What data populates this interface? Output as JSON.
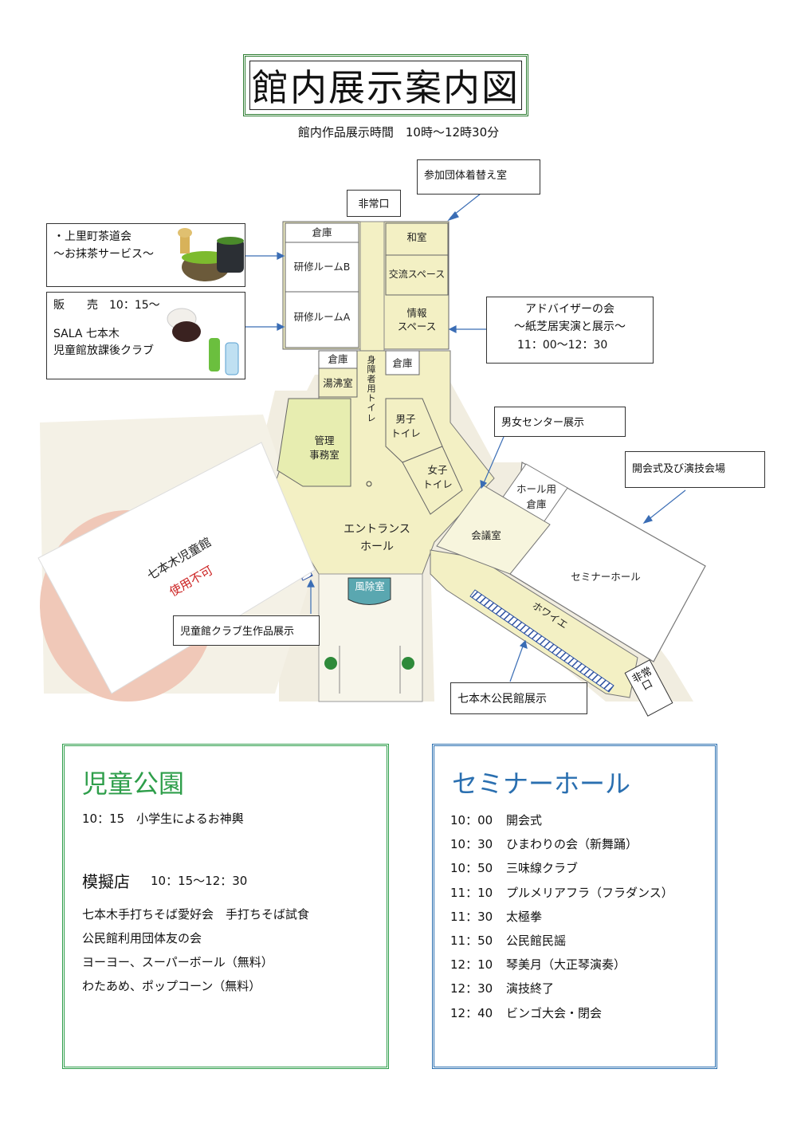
{
  "header": {
    "title": "館内展示案内図",
    "subtitle": "館内作品展示時間　10時～12時30分"
  },
  "callouts": {
    "sanka": "参加団体着替え室",
    "hijoguchi_top": "非常口",
    "tea_line1": "・上里町茶道会",
    "tea_line2": "～お抹茶サービス～",
    "sales_line1": "販　　売　10：15～",
    "sales_line2": "SALA 七本木",
    "sales_line3": "児童館放課後クラブ",
    "advisor_line1": "アドバイザーの会",
    "advisor_line2": "～紙芝居実演と展示～",
    "advisor_line3": "11：00～12：30",
    "danjo": "男女センター展示",
    "kaikai": "開会式及び演技会場",
    "jidokan_club": "児童館クラブ生作品展示",
    "kominkan_exhibit": "七本木公民館展示",
    "hijoguchi_right": "非常口"
  },
  "map": {
    "soko_top": "倉庫",
    "kenshu_b": "研修ルームB",
    "kenshu_a": "研修ルームA",
    "washitsu": "和室",
    "koryu": "交流スペース",
    "joho1": "情報",
    "joho2": "スペース",
    "soko_left": "倉庫",
    "soko_right": "倉庫",
    "yufutsu": "湯沸室",
    "shogai": "身障者用トイレ",
    "danshi1": "男子",
    "danshi2": "トイレ",
    "joshi1": "女子",
    "joshi2": "トイレ",
    "kanri1": "管理",
    "kanri2": "事務室",
    "entrance1": "エントランス",
    "entrance2": "ホール",
    "kaigi": "会議室",
    "hall_soko1": "ホール用",
    "hall_soko2": "倉庫",
    "seminar": "セミナーホール",
    "foyer": "ホワイエ",
    "fujo": "風除室",
    "jidokan": "七本木児童館",
    "shiyo_fuka": "使用不可"
  },
  "park": {
    "title": "児童公園",
    "mikoshi": "10：15　小学生によるお神輿",
    "mogi_title": "模擬店",
    "mogi_time": "10：15～12：30",
    "items": [
      "七本木手打ちそば愛好会　手打ちそば試食",
      "公民館利用団体友の会",
      "ヨーヨー、スーパーボール（無料）",
      "わたあめ、ポップコーン（無料）"
    ]
  },
  "seminar_hall": {
    "title": "セミナーホール",
    "schedule": [
      {
        "time": "10：00",
        "event": "開会式"
      },
      {
        "time": "10：30",
        "event": "ひまわりの会（新舞踊）"
      },
      {
        "time": "10：50",
        "event": "三味線クラブ"
      },
      {
        "time": "11：10",
        "event": "プルメリアフラ（フラダンス）"
      },
      {
        "time": "11：30",
        "event": "太極拳"
      },
      {
        "time": "11：50",
        "event": "公民館民謡"
      },
      {
        "time": "12：10",
        "event": "琴美月（大正琴演奏）"
      },
      {
        "time": "12：30",
        "event": "演技終了"
      },
      {
        "time": "12：40",
        "event": "ビンゴ大会・閉会"
      }
    ]
  },
  "colors": {
    "green": "#2e9e4a",
    "blue": "#2a6fb0",
    "red": "#cc2222",
    "floor": "#f3f0c4"
  }
}
